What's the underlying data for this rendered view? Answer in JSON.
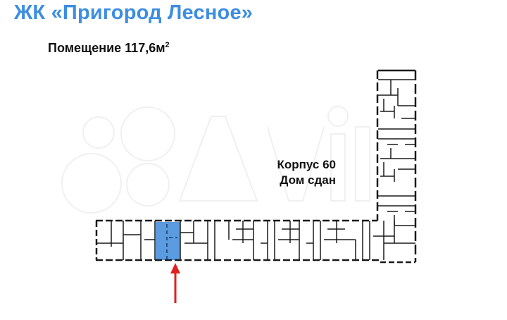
{
  "title": "ЖК «Пригород Лесное»",
  "subtitle": {
    "text": "Помещение 117,6м",
    "superscript": "2"
  },
  "building_label": {
    "line1": "Корпус 60",
    "line2": "Дом сдан"
  },
  "watermark": "Avito",
  "colors": {
    "title": "#3d8ee0",
    "highlight": "#5b9be0",
    "arrow": "#e02020",
    "walls": "#1a1a1a"
  },
  "plan": {
    "highlighted_unit": "selected-premises",
    "pointer": "red-arrow"
  }
}
